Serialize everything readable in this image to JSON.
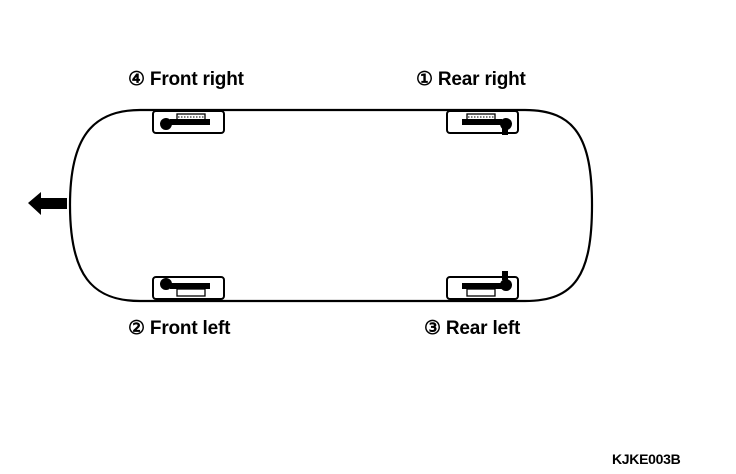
{
  "labels": {
    "front_right": "④ Front right",
    "rear_right": "① Rear right",
    "front_left": "② Front left",
    "rear_left": "③ Rear left"
  },
  "figure_code": "KJKE003B",
  "icons": {
    "direction": "arrow-left-icon",
    "wheel_sensor": "tire-pressure-sensor-icon"
  }
}
